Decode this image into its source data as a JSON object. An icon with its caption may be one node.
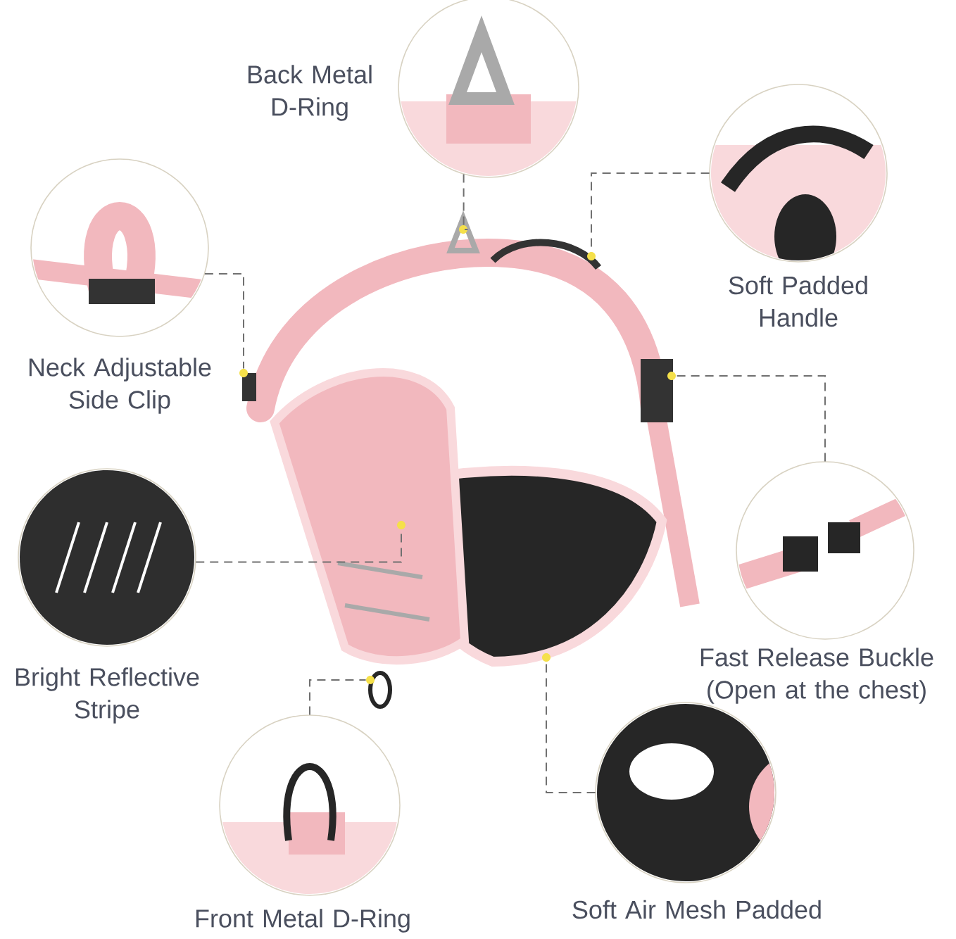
{
  "diagram": {
    "nodes": [
      {
        "text": [
          "Back Metal D-Ring"
        ]
      },
      {
        "text": [
          "Soft Padded Handle"
        ]
      },
      {
        "text": [
          "Neck Adjustable Side Clip"
        ]
      },
      {
        "text": [
          "Bright Reflective Stripe"
        ]
      },
      {
        "text": [
          "Fast Release Buckle (Open at the chest)"
        ]
      },
      {
        "text": [
          "Front Metal D-Ring"
        ]
      },
      {
        "text": [
          "Soft Air Mesh Padded"
        ]
      },
      {
        "text": [],
        "shape": "picture"
      },
      {
        "text": [],
        "shape": "circle",
        "in": 7
      },
      {
        "text": [],
        "shape": "circle",
        "in": 7
      },
      {
        "text": [],
        "shape": "circle",
        "in": 7
      },
      {
        "text": [],
        "shape": "circle",
        "in": 7
      },
      {
        "text": [],
        "shape": "circle",
        "in": 7
      },
      {
        "text": [],
        "shape": "circle",
        "in": 7
      },
      {
        "text": [],
        "shape": "circle",
        "in": 7
      }
    ],
    "edges": [
      {
        "from": 0,
        "to": 8,
        "arrow": "none"
      },
      {
        "from": 1,
        "to": 9,
        "arrow": "none"
      },
      {
        "from": 2,
        "to": 10,
        "arrow": "none"
      },
      {
        "from": 3,
        "to": 11,
        "arrow": "none"
      },
      {
        "from": 4,
        "to": 12,
        "arrow": "none"
      },
      {
        "from": 5,
        "to": 13,
        "arrow": "none"
      },
      {
        "from": 6,
        "to": 14,
        "arrow": "none"
      }
    ]
  }
}
